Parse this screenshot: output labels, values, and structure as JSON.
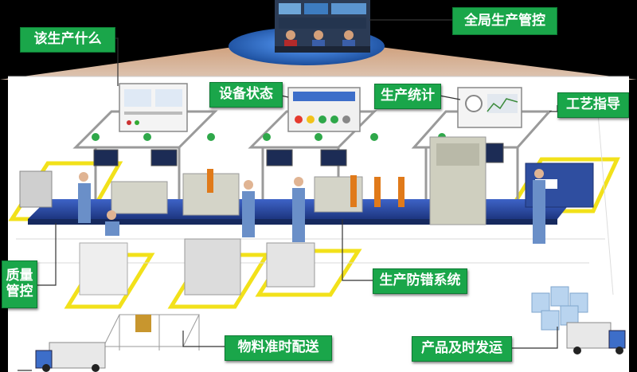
{
  "labels": {
    "global_control": "全局生产管控",
    "what_to_produce": "该生产什么",
    "equipment_status": "设备状态",
    "production_stats": "生产统计",
    "process_guide": "工艺指导",
    "quality_control_line1": "质量",
    "quality_control_line2": "管控",
    "error_proofing": "生产防错系统",
    "material_delivery": "物料准时配送",
    "product_shipping": "产品及时发运"
  },
  "colors": {
    "label_bg": "#1aa64a",
    "floor": "#ffffff",
    "zone_outline": "#f2e11a",
    "conveyor": "#2b4aa8",
    "worker": "#6a8fc8",
    "platform": "#2f6fc8"
  }
}
